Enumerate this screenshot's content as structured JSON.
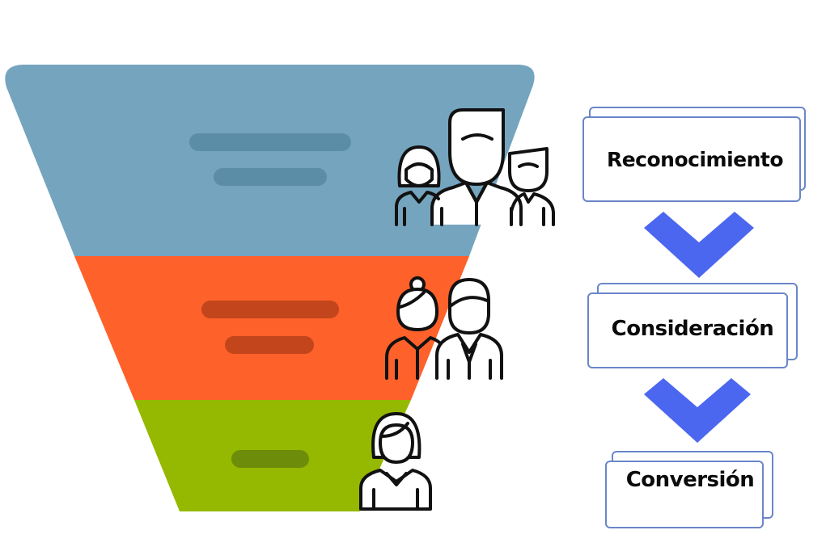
{
  "colors": {
    "top_stage": "#75a4be",
    "middle_stage": "#fe612a",
    "bottom_stage": "#95b800",
    "top_bars": "#5b8ea6",
    "middle_bars": "#c2451b",
    "bottom_bars": "#6d8c0a",
    "arrow": "#4c67ef",
    "box_border": "#6a86c9"
  },
  "stages": [
    {
      "label": "Reconocimiento",
      "icon": "group-of-three-people-icon"
    },
    {
      "label": "Consideración",
      "icon": "two-people-icon"
    },
    {
      "label": "Conversión",
      "icon": "single-person-icon"
    }
  ]
}
